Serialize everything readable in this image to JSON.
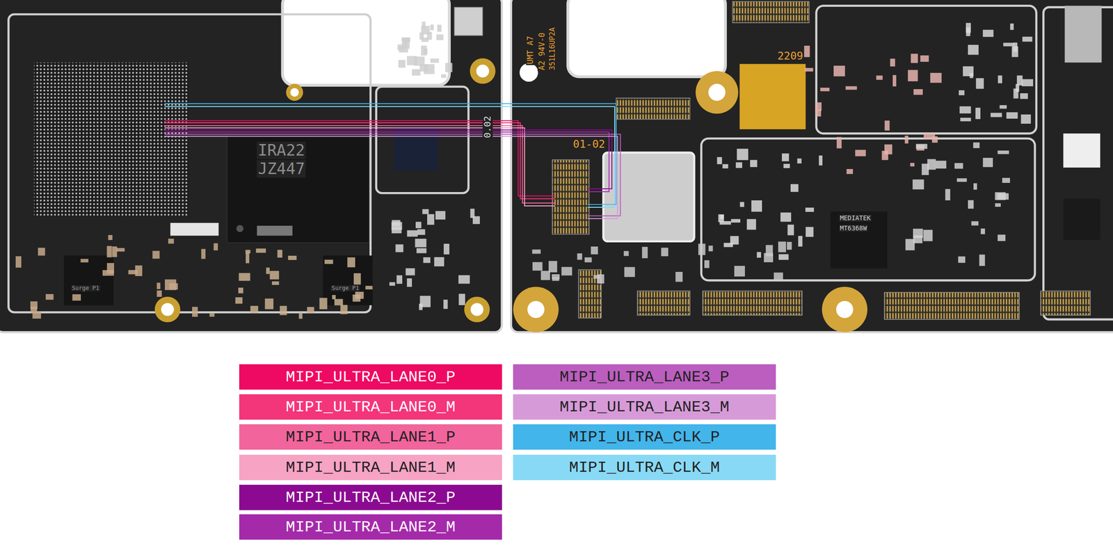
{
  "diagram": {
    "labels": [
      "IRA22",
      "JZ447",
      "0.02",
      "01-02",
      "2209",
      "UMT A7",
      "A2 94V-0",
      "351L16UP2A",
      "MEDIATEK",
      "MT6368W",
      "Surge P1",
      "Surge P1"
    ],
    "legend": [
      {
        "text": "MIPI_ULTRA_LANE0_P",
        "color": "#ee0a62"
      },
      {
        "text": "MIPI_ULTRA_LANE0_M",
        "color": "#f3357a"
      },
      {
        "text": "MIPI_ULTRA_LANE1_P",
        "color": "#f2649c"
      },
      {
        "text": "MIPI_ULTRA_LANE1_M",
        "color": "#f6a3c4"
      },
      {
        "text": "MIPI_ULTRA_LANE2_P",
        "color": "#8c0a92"
      },
      {
        "text": "MIPI_ULTRA_LANE2_M",
        "color": "#a52aaa"
      },
      {
        "text": "MIPI_ULTRA_LANE3_P",
        "color": "#bb5ebf"
      },
      {
        "text": "MIPI_ULTRA_LANE3_M",
        "color": "#d79ad8"
      },
      {
        "text": "MIPI_ULTRA_CLK_P",
        "color": "#42b5ea"
      },
      {
        "text": "MIPI_ULTRA_CLK_M",
        "color": "#88d9f5"
      }
    ]
  }
}
